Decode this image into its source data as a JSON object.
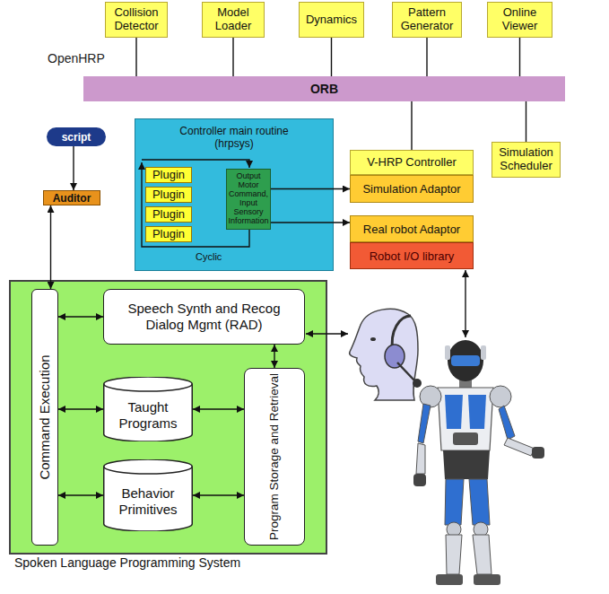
{
  "diagram": {
    "nodes": [
      {
        "text": [
          "Collision Detector"
        ]
      },
      {
        "text": [
          "Model Loader"
        ]
      },
      {
        "text": [
          "Dynamics"
        ]
      },
      {
        "text": [
          "Pattern Generator"
        ]
      },
      {
        "text": [
          "Online Viewer"
        ]
      },
      {
        "text": [
          "ORB"
        ]
      },
      {
        "text": [
          "script"
        ]
      },
      {
        "text": [
          "Controller main routine (hrpsys)",
          "Cyclic"
        ]
      },
      {
        "text": [
          "Plugin"
        ],
        "in": 7
      },
      {
        "text": [
          "Plugin"
        ],
        "in": 7
      },
      {
        "text": [
          "Plugin"
        ],
        "in": 7
      },
      {
        "text": [
          "Plugin"
        ],
        "in": 7
      },
      {
        "text": [
          "Output Motor Command, Input Sensory Information"
        ],
        "in": 7
      },
      {
        "text": [
          "V-HRP Controller"
        ]
      },
      {
        "text": [
          "Simulation Adaptor"
        ]
      },
      {
        "text": [
          "Real robot Adaptor"
        ]
      },
      {
        "text": [
          "Robot I/O library"
        ]
      },
      {
        "text": [
          "Simulation Scheduler"
        ]
      },
      {
        "text": [
          "Auditor"
        ]
      },
      {
        "text": [
          "Spoken Language Programming System"
        ]
      },
      {
        "text": [
          "Command Execution"
        ],
        "in": 19
      },
      {
        "text": [
          "Speech Synth and Recog Dialog Mgmt (RAD)"
        ],
        "in": 19
      },
      {
        "text": [
          "Taught Programs"
        ],
        "in": 19
      },
      {
        "text": [
          "Behavior Primitives"
        ],
        "in": 19
      },
      {
        "text": [
          "Program Storage and Retrieval"
        ],
        "in": 19
      }
    ],
    "edges": [
      {
        "from": 0,
        "to": 5,
        "arrow": "none"
      },
      {
        "from": 1,
        "to": 5,
        "arrow": "none"
      },
      {
        "from": 2,
        "to": 5,
        "arrow": "none"
      },
      {
        "from": 3,
        "to": 5,
        "arrow": "none"
      },
      {
        "from": 4,
        "to": 5,
        "arrow": "none"
      },
      {
        "from": 5,
        "to": 13,
        "arrow": "none"
      },
      {
        "from": 5,
        "to": 17,
        "arrow": "none"
      },
      {
        "from": 6,
        "to": 18,
        "arrow": "to"
      },
      {
        "from": 18,
        "to": 20,
        "arrow": "both"
      },
      {
        "from": 12,
        "to": 14,
        "arrow": "to"
      },
      {
        "from": 12,
        "to": 15,
        "arrow": "to"
      },
      {
        "from": 20,
        "to": 21,
        "arrow": "both"
      },
      {
        "from": 20,
        "to": 22,
        "arrow": "both"
      },
      {
        "from": 20,
        "to": 23,
        "arrow": "both"
      },
      {
        "from": 21,
        "to": 24,
        "arrow": "both"
      },
      {
        "from": 22,
        "to": 24,
        "arrow": "both"
      },
      {
        "from": 23,
        "to": 24,
        "arrow": "both"
      }
    ],
    "labels": [
      "OpenHRP"
    ]
  }
}
